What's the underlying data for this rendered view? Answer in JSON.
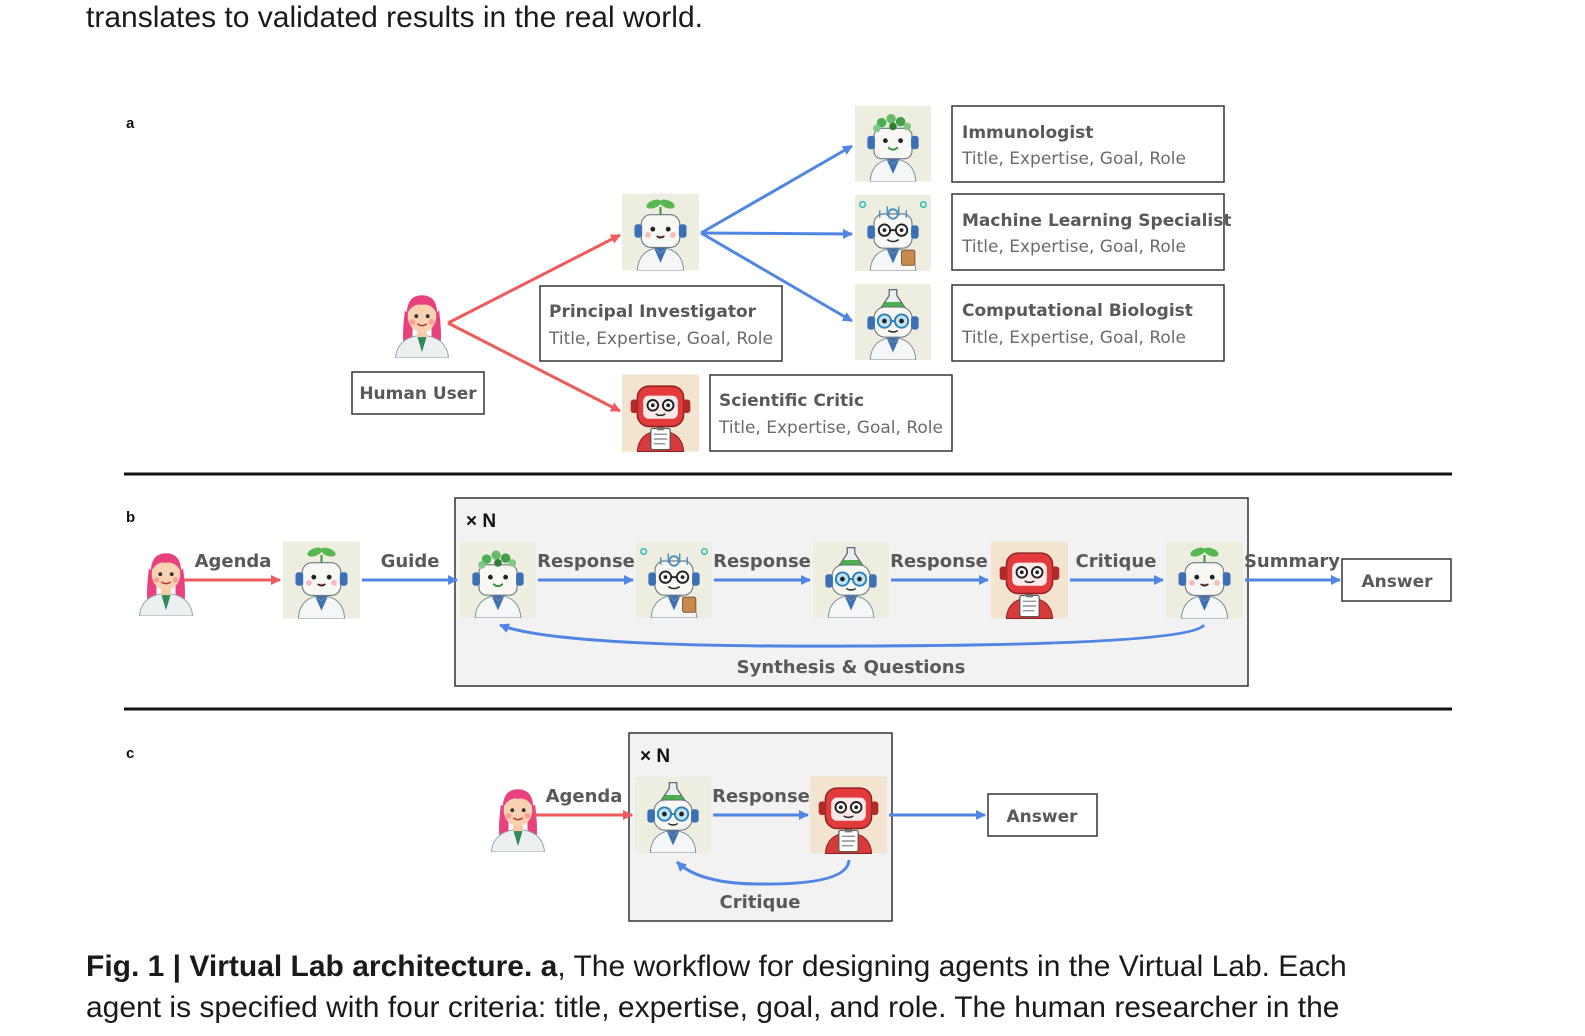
{
  "text": {
    "top_line": "translates to validated results in the real world.",
    "caption_bold": "Fig. 1 | Virtual Lab architecture. a",
    "caption_rest": ", The workflow for designing agents in the Virtual Lab. Each",
    "caption_line2": "agent is specified with four criteria: title, expertise, goal, and role. The human researcher in the"
  },
  "figure": {
    "panel_a": {
      "label": "a",
      "human_label": "Human User",
      "agents": [
        {
          "title": "Principal Investigator",
          "spec": "Title, Expertise, Goal, Role"
        },
        {
          "title": "Scientific Critic",
          "spec": "Title, Expertise, Goal, Role"
        },
        {
          "title": "Immunologist",
          "spec": "Title, Expertise, Goal, Role"
        },
        {
          "title": "Machine Learning Specialist",
          "spec": "Title, Expertise, Goal, Role"
        },
        {
          "title": "Computational Biologist",
          "spec": "Title, Expertise, Goal, Role"
        }
      ]
    },
    "panel_b": {
      "label": "b",
      "repeat": "× N",
      "agenda": "Agenda",
      "guide": "Guide",
      "response": "Response",
      "critique": "Critique",
      "summary": "Summary",
      "answer": "Answer",
      "loop": "Synthesis & Questions"
    },
    "panel_c": {
      "label": "c",
      "repeat": "× N",
      "agenda": "Agenda",
      "response": "Response",
      "critique": "Critique",
      "answer": "Answer"
    }
  },
  "colors": {
    "red_arrow": "#ef5a5a",
    "blue_arrow": "#4f86e3",
    "panel_fill": "#f2f2f2"
  },
  "icons": {
    "human": "human-user-icon",
    "pi": "principal-investigator-robot-icon",
    "immunologist": "immunologist-robot-icon",
    "ml": "ml-specialist-robot-icon",
    "compbio": "computational-biologist-robot-icon",
    "critic": "scientific-critic-robot-icon"
  }
}
